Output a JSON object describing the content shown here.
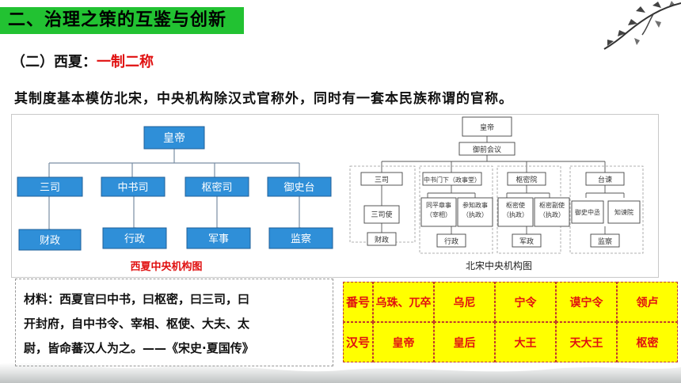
{
  "heading": "二、治理之策的互鉴与创新",
  "subheading": {
    "prefix": "（二）西夏：",
    "highlight": "一制二称"
  },
  "intro": "其制度基本模仿北宋，中央机构除汉式官称外，同时有一套本民族称谓的官称。",
  "xixia_chart": {
    "caption": "西夏中央机构图",
    "root": "皇帝",
    "branches": [
      {
        "label": "三司",
        "child": "财政"
      },
      {
        "label": "中书司",
        "child": "行政"
      },
      {
        "label": "枢密司",
        "child": "军事"
      },
      {
        "label": "御史台",
        "child": "监察"
      }
    ]
  },
  "song_chart": {
    "caption": "北宋中央机构图",
    "root": "皇帝",
    "council": "御前会议",
    "branches": [
      {
        "label": "三司",
        "subs": [
          "三司使"
        ],
        "child": "财政"
      },
      {
        "label": "中书门下（政事堂）",
        "subs": [
          "同平章事（宰相）",
          "参知政事（执政）"
        ],
        "child": "行政"
      },
      {
        "label": "枢密院",
        "subs": [
          "枢密使（执政）",
          "枢密副使（执政）"
        ],
        "child": "军政"
      },
      {
        "label": "台谏",
        "subs": [
          "御史中丞",
          "知谏院"
        ],
        "child": "监察"
      }
    ]
  },
  "material": {
    "lines": [
      "材料：西夏官曰中书，曰枢密，曰三司，曰",
      "开封府，自中书令、宰相、枢使、大夫、太",
      "尉，皆命蕃汉人为之。——《宋史·夏国传》"
    ]
  },
  "titles_table": {
    "rows": [
      {
        "head": "番号",
        "cells": [
          "乌珠、兀卒",
          "乌尼",
          "宁令",
          "谟宁令",
          "领卢"
        ]
      },
      {
        "head": "汉号",
        "cells": [
          "皇帝",
          "皇后",
          "大王",
          "天大王",
          "枢密"
        ]
      }
    ]
  },
  "colors": {
    "heading_bg": "#22c232",
    "highlight": "#e01010",
    "box_fill": "#2f8fd8",
    "box_stroke": "#1f5f99",
    "table_bg": "#ffff00"
  }
}
